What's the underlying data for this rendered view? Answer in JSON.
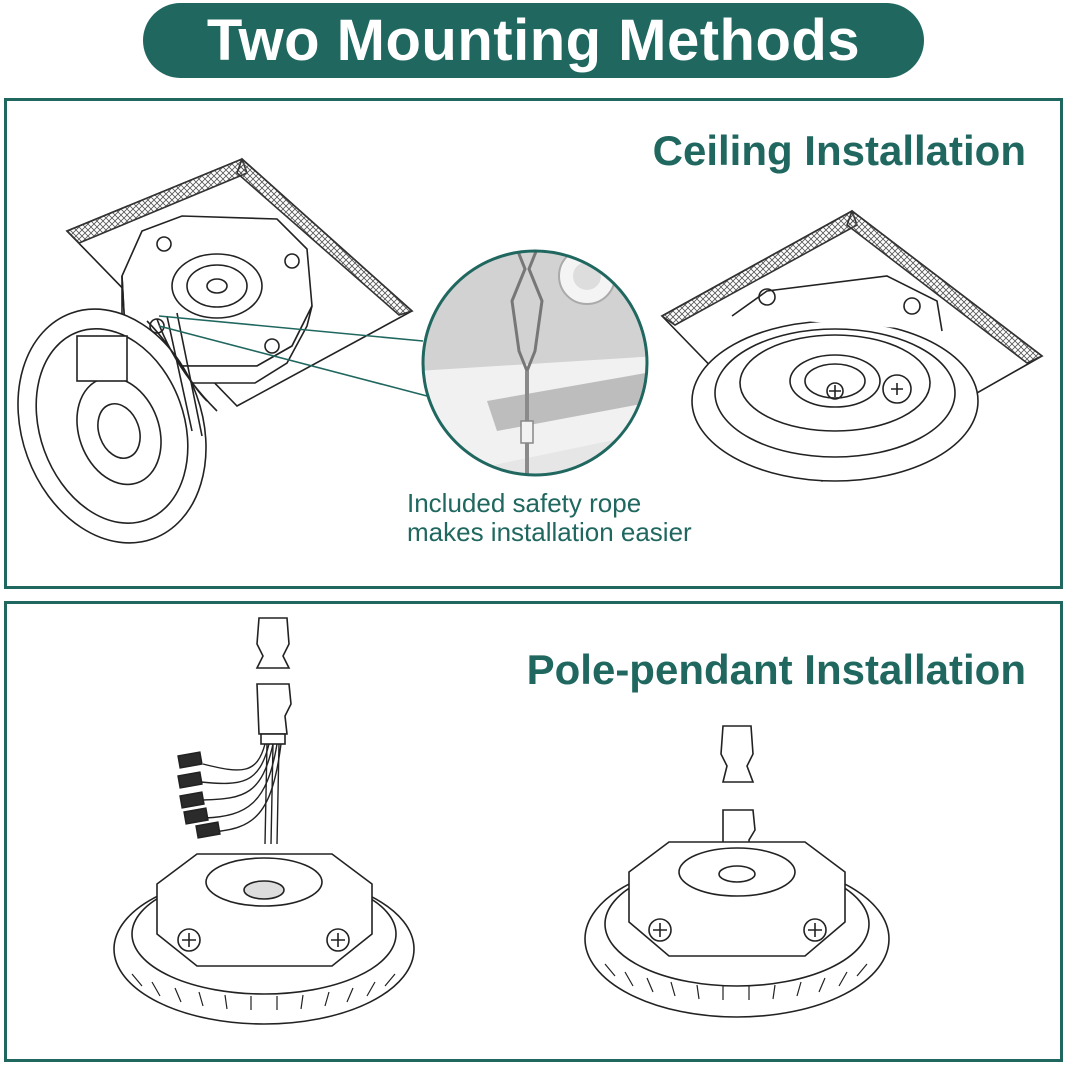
{
  "title": "Two Mounting Methods",
  "ceiling": {
    "heading": "Ceiling Installation",
    "caption_line1": "Included safety rope",
    "caption_line2": "makes installation easier"
  },
  "pole": {
    "heading": "Pole-pendant Installation"
  },
  "colors": {
    "accent": "#1f675f",
    "line": "#222222"
  }
}
